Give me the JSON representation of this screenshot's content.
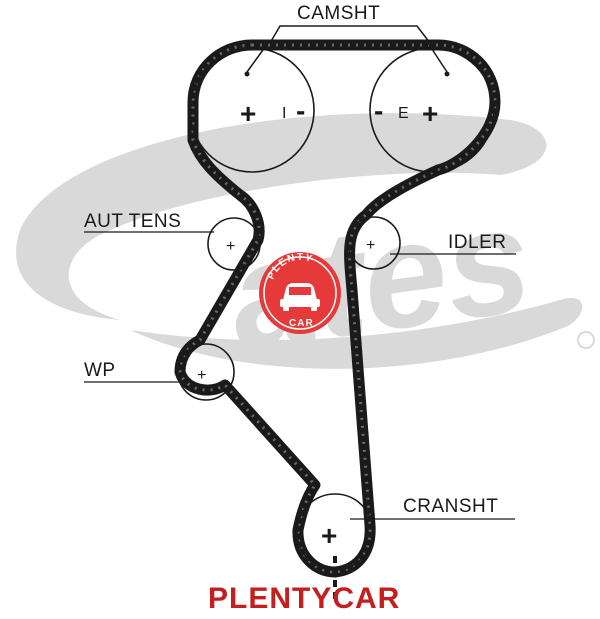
{
  "labels": {
    "camshaft": "CAMSHT",
    "auto_tensioner": "AUT TENS",
    "idler": "IDLER",
    "water_pump": "WP",
    "crankshaft": "CRANSHT"
  },
  "camshaft_marks": {
    "intake_letter": "I",
    "exhaust_letter": "E",
    "plus": "+",
    "minus": "-"
  },
  "pulley_symbol": "+",
  "badge": {
    "top_text": "PLENTY",
    "bottom_text": "CAR",
    "color": "#e63a3a"
  },
  "watermark": {
    "text": "PLENTYCAR",
    "color": "#c41e1e"
  },
  "colors": {
    "belt": "#1a1a1a",
    "logo_gray": "#d9d9d9"
  }
}
